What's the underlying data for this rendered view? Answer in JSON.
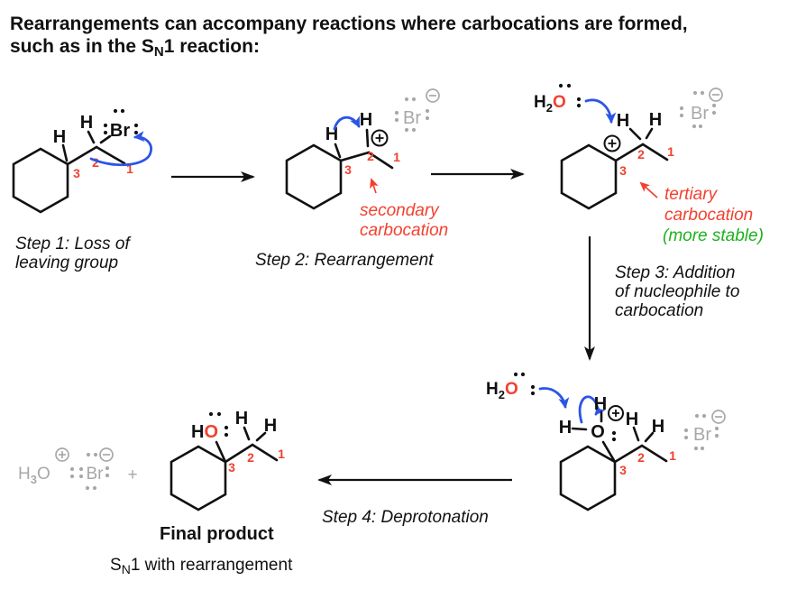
{
  "title": {
    "line1": "Rearrangements can accompany reactions where carbocations are formed,",
    "line2_pre": "such as in the S",
    "line2_sub": "N",
    "line2_post": "1 reaction:"
  },
  "colors": {
    "carbon_black": "#111111",
    "hydride_blue": "#2b55e6",
    "leaving_group_green": "#1db21d",
    "annotation_red": "#f2412f",
    "stability_green": "#1db21d",
    "spectator_gray": "#a8a8a8"
  },
  "atoms": {
    "h": "H",
    "o": "O",
    "br": "Br",
    "h2o_h": "H",
    "h2o_sub": "2",
    "h2o_o": "O",
    "h3o_h": "H",
    "h3o_sub": "3",
    "h3o_o": "O",
    "plus_sign": "+"
  },
  "locants": {
    "c1": "1",
    "c2": "2",
    "c3": "3"
  },
  "captions": {
    "step1_line1": "Step 1: Loss of",
    "step1_line2": "leaving group",
    "step2": "Step 2: Rearrangement",
    "step3_line1": "Step 3: Addition",
    "step3_line2": "of nucleophile to",
    "step3_line3": "carbocation",
    "step4": "Step 4: Deprotonation"
  },
  "annotations": {
    "secondary_line1": "secondary",
    "secondary_line2": "carbocation",
    "tertiary_line1": "tertiary",
    "tertiary_line2": "carbocation",
    "tertiary_line3": "(more stable)"
  },
  "product": {
    "label": "Final product",
    "subtitle_pre": "S",
    "subtitle_sub": "N",
    "subtitle_post": "1 with rearrangement"
  }
}
